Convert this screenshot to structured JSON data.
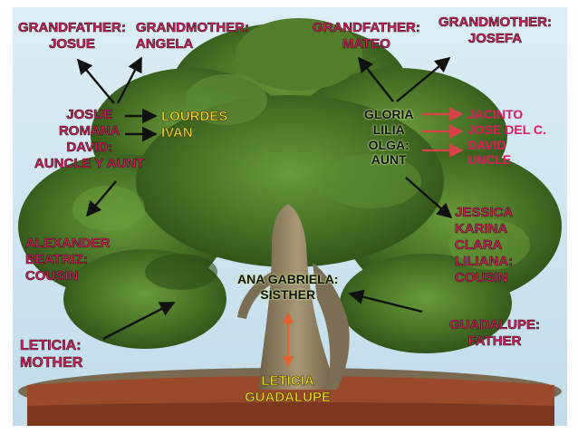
{
  "labels": {
    "grandfather_josue": [
      "GRANDFATHER:",
      "JOSUE"
    ],
    "grandmother_angela": [
      "GRANDMOTHER:",
      "ANGELA"
    ],
    "grandfather_mateo": [
      "GRANDFATHER:",
      "MATEO"
    ],
    "grandmother_josefa": [
      "GRANDMOTHER:",
      "JOSEFA"
    ],
    "paternal_uncles": [
      "JOSUE",
      "ROMANA",
      "DAVID:",
      "AUNCLE Y AUNT"
    ],
    "lourdes_ivan": [
      "LOURDES",
      "IVAN"
    ],
    "maternal_aunts": [
      "GLORIA",
      "LILIA",
      "OLGA:",
      "AUNT"
    ],
    "uncles_right": [
      "JACINTO",
      "JOSE DEL C.",
      "DAVID",
      "UNCLE"
    ],
    "cousins_left": [
      "ALEXANDER",
      "BEATRIZ:",
      "COUSIN"
    ],
    "cousins_right": [
      "JESSICA",
      "KARINA",
      "CLARA",
      "LILIANA:",
      "COUSIN"
    ],
    "sister": [
      "ANA GABRIELA:",
      "SISTHER"
    ],
    "mother": [
      "LETICIA:",
      "MOTHER"
    ],
    "father": [
      "GUADALUPE:",
      "FATHER"
    ],
    "self": [
      "LETICIA",
      "GUADALUPE"
    ]
  },
  "colors": {
    "sky": "#cfe6f2",
    "foliage": "#3f6e22",
    "trunk": "#8a7a5e",
    "pot": "#9a4a2a",
    "pink_text": "#e0195f",
    "yellow_text": "#f4e313",
    "arrow_black": "#111111",
    "arrow_red": "#d8434a",
    "arrow_orange": "#e8602a"
  }
}
